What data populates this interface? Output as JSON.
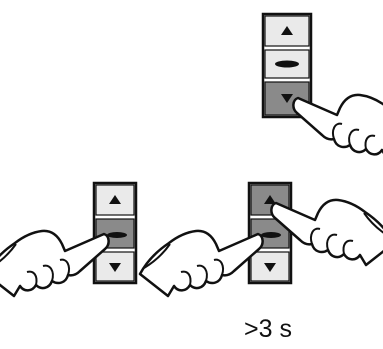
{
  "caption": ">3 s",
  "panels": [
    {
      "id": "press-down",
      "pressed": [
        "down"
      ]
    },
    {
      "id": "press-middle",
      "pressed": [
        "middle"
      ]
    },
    {
      "id": "press-up-and-middle",
      "pressed": [
        "up",
        "middle"
      ]
    }
  ],
  "colors": {
    "ink": "#111111",
    "button_light": "#eaeaea",
    "button_pressed": "#8a8a8a",
    "key_gap": "#ffffff"
  },
  "icons": {
    "up": "triangle-up-icon",
    "middle": "dash-oval-icon",
    "down": "triangle-down-icon",
    "hand": "pointing-hand-icon"
  }
}
